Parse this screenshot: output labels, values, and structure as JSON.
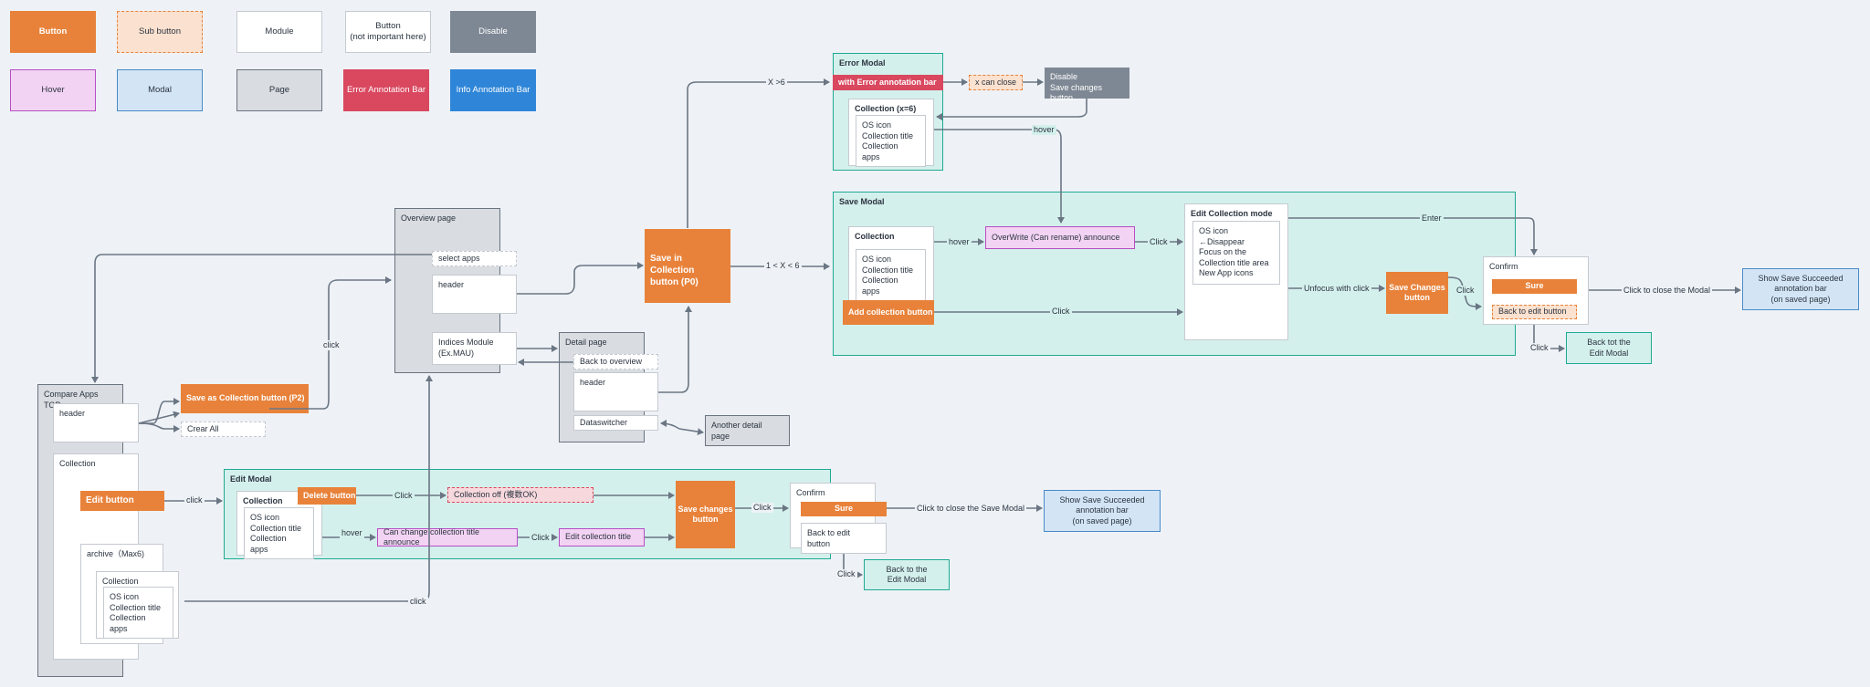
{
  "legend": {
    "button": "Button",
    "sub_button": "Sub button",
    "module": "Module",
    "button_minor_l1": "Button",
    "button_minor_l2": "(not important here)",
    "disable": "Disable",
    "hover": "Hover",
    "modal": "Modal",
    "page": "Page",
    "error_bar": "Error Annotation Bar",
    "info_bar": "Info Annotation Bar"
  },
  "compare": {
    "title": "Compare Apps TOP",
    "header": "header",
    "collection": "Collection",
    "edit_button": "Edit button",
    "archive": "archive（Max6)",
    "inner_collection": "Collection",
    "inner_l1": "OS icon",
    "inner_l2": "Collection title",
    "inner_l3": "Collection",
    "inner_l4": "apps",
    "save_as_btn": "Save as Collection button (P2)",
    "clear_all": "Crear All"
  },
  "overview": {
    "title": "Overview page",
    "select_apps": "select apps",
    "header": "header",
    "indices_l1": "Indices Module",
    "indices_l2": "(Ex.MAU)"
  },
  "detail": {
    "title": "Detail page",
    "back": "Back to overview",
    "header": "header",
    "dataswitcher": "Dataswitcher",
    "another_l1": "Another detail",
    "another_l2": "page"
  },
  "save_collection_btn": "Save in Collection button (P0)",
  "error_modal": {
    "title": "Error Modal",
    "bar": "with Error annotation bar",
    "close": "x  can close",
    "disable_l1": "Disable",
    "disable_l2": "Save changes button",
    "collection": "Collection (x=6)",
    "l1": "OS icon",
    "l2": "Collection title",
    "l3": "Collection",
    "l4": "apps"
  },
  "save_modal": {
    "title": "Save Modal",
    "collection": "Collection",
    "l1": "OS icon",
    "l2": "Collection title",
    "l3": "Collection",
    "l4": "apps",
    "add_btn": "Add collection button",
    "overwrite": "OverWrite (Can rename)  announce",
    "edit_mode": "Edit Collection mode",
    "em_l1": "OS icon ←Disappear",
    "em_l2": "Focus on the",
    "em_l3": "Collection title area",
    "em_l4": "New App icons",
    "save_changes": "Save Changes button",
    "confirm": "Confirm",
    "sure": "Sure",
    "back_edit": "Back to edit button",
    "show_l1": "Show Save Succeeded",
    "show_l2": "annotation bar",
    "show_l3": "(on saved page)",
    "back_tot_l1": "Back tot the",
    "back_tot_l2": "Edit Modal"
  },
  "edit_modal": {
    "title": "Edit Modal",
    "collection": "Collection",
    "l1": "OS icon",
    "l2": "Collection title",
    "l3": "Collection",
    "l4": "apps",
    "delete_btn": "Delete button",
    "collection_off": "Collection off (複数OK)",
    "can_change": "Can change collection title announce",
    "edit_title": "Edit collection title",
    "save_changes": "Save changes button",
    "confirm": "Confirm",
    "sure": "Sure",
    "back_edit_l1": "Back to edit",
    "back_edit_l2": "button",
    "show_l1": "Show Save Succeeded",
    "show_l2": "annotation bar",
    "show_l3": "(on saved page)",
    "back_to_l1": "Back to the",
    "back_to_l2": "Edit Modal"
  },
  "labels": {
    "click": "click",
    "Click": "Click",
    "hover": "hover",
    "x_gt_6": "X >6",
    "one_lt_x": "1 < X < 6",
    "enter": "Enter",
    "unfocus": "Unfocus with click",
    "click_close_modal": "Click to close the  Modal",
    "click_close_save_modal": "Click to close the  Save Modal"
  },
  "colors": {
    "button": "#e8823a",
    "teal_border": "#1fa994",
    "teal_fill": "#d4f0ec",
    "wire": "#6b7684",
    "error": "#d9485f",
    "info": "#2f86d8",
    "hover_border": "#b64fc4",
    "disable": "#7e8894"
  }
}
